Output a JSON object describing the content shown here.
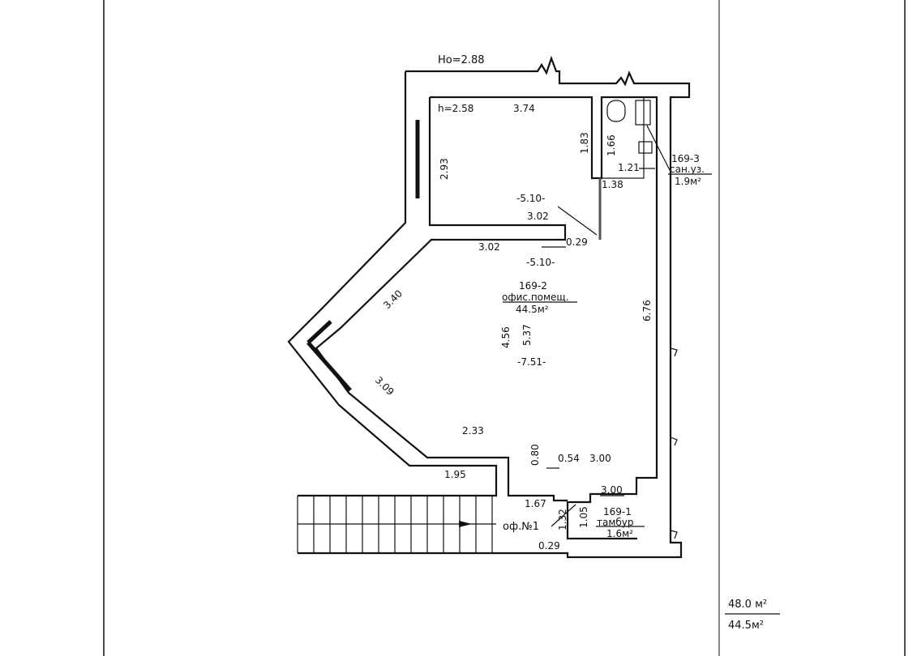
{
  "plan": {
    "ceiling_outer": "Ho=2.88",
    "ceiling_inner": "h=2.58",
    "office_name": "оф.№1",
    "dims": {
      "top_width": "3.74",
      "left_height": "2.93",
      "bath_outer": "1.83",
      "bath_inner_h": "1.66",
      "bath_inner_w": "1.21",
      "bath_door": "1.38",
      "upper_area": "-5.10-",
      "upper_width": "3.02",
      "mid_width": "3.02",
      "mid_area": "-5.10-",
      "stub": "0.29",
      "diag_upper": "3.40",
      "diag_lower": "3.09",
      "main_h_left": "4.56",
      "main_h_right": "5.37",
      "main_area": "-7.51-",
      "right_height": "6.76",
      "lower_step": "2.33",
      "lower_bottom": "1.95",
      "step_v": "0.80",
      "step_h": "0.54",
      "tambour_top": "3.00",
      "tambour_w": "3.00",
      "corridor": "1.67",
      "tambour_h": "1.05",
      "entry_h": "1.32",
      "entry_stub": "0.29"
    },
    "rooms": [
      {
        "id": "169-2",
        "name": "офис.помещ.",
        "area": "44.5м²"
      },
      {
        "id": "169-3",
        "name": "сан.уз.",
        "area": "1.9м²"
      },
      {
        "id": "169-1",
        "name": "тамбур",
        "area": "1.6м²"
      }
    ]
  },
  "totals": {
    "total_area": "48.0 м²",
    "main_area": "44.5м²"
  }
}
